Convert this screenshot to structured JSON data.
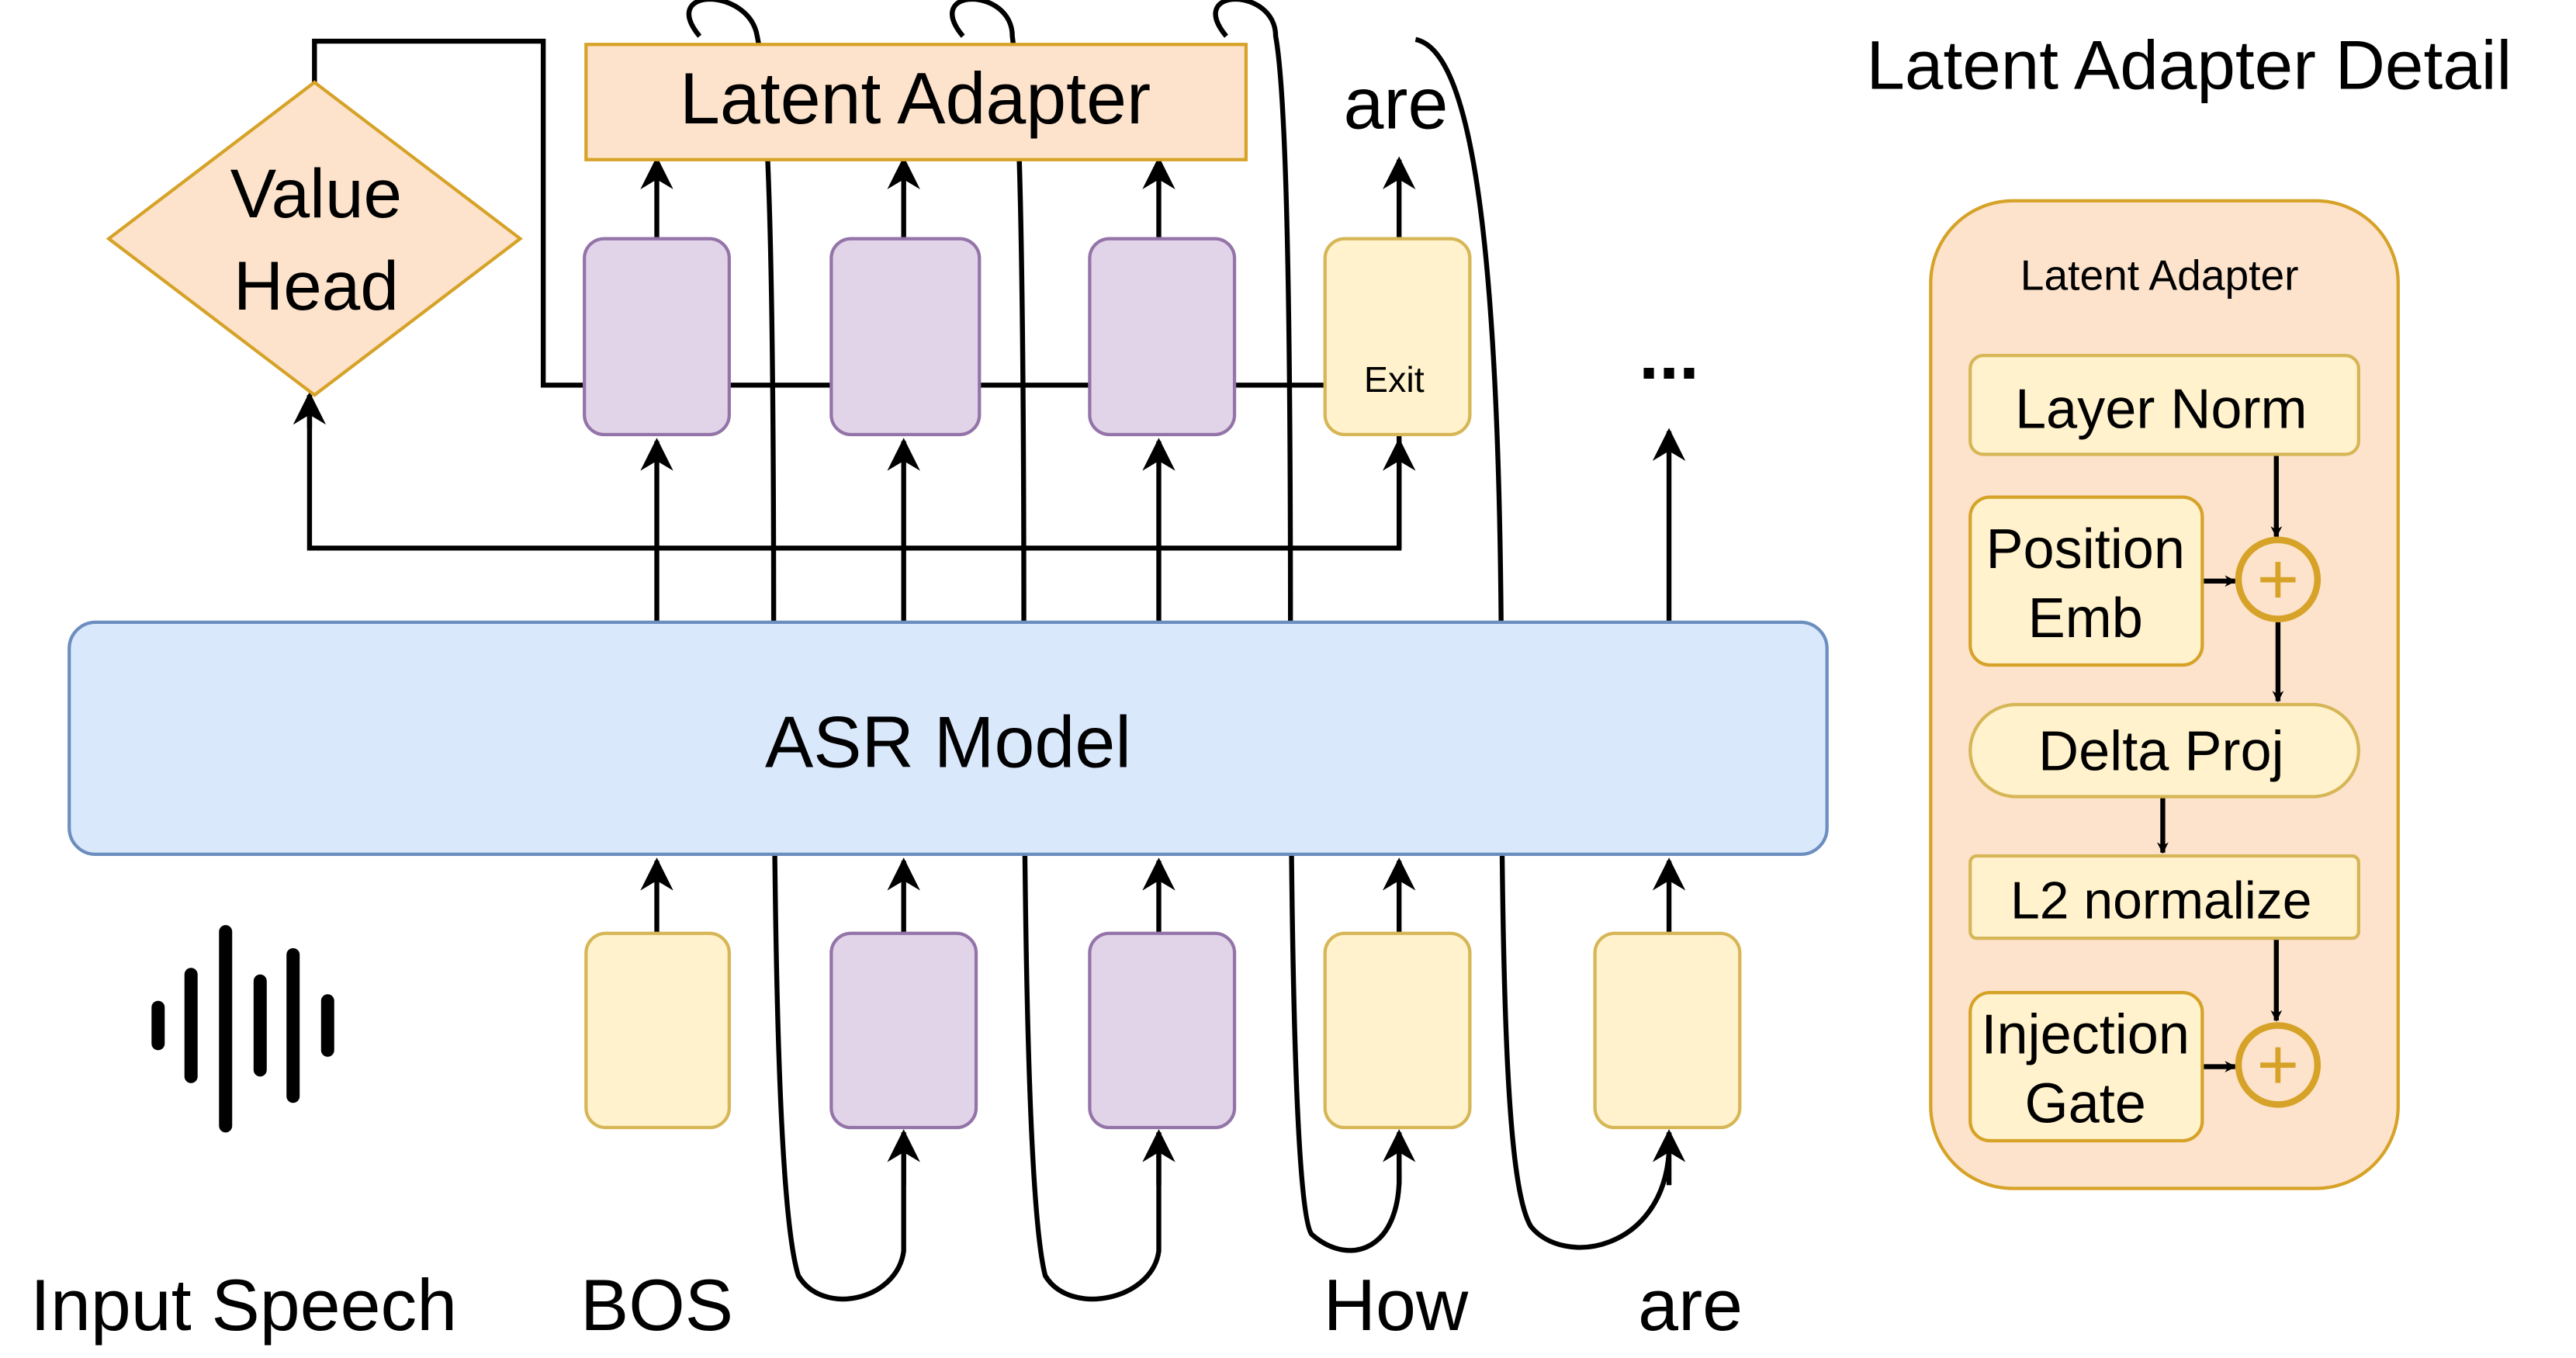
{
  "labels": {
    "latent_adapter": "Latent Adapter",
    "value_head_line1": "Value",
    "value_head_line2": "Head",
    "asr_model": "ASR Model",
    "exit": "Exit",
    "output_are": "are",
    "ellipsis": "...",
    "input_speech": "Input Speech",
    "token_bos": "BOS",
    "token_how": "How",
    "token_are": "are"
  },
  "detail": {
    "title": "Latent Adapter Detail",
    "panel_title": "Latent Adapter",
    "layer_norm": "Layer Norm",
    "position_emb_line1": "Position",
    "position_emb_line2": "Emb",
    "delta_proj": "Delta Proj",
    "l2_normalize": "L2 normalize",
    "injection_gate_line1": "Injection",
    "injection_gate_line2": "Gate",
    "plus_symbol": "+"
  },
  "colors": {
    "orange_fill": "#fde3cc",
    "orange_stroke": "#d6a227",
    "purple_fill": "#e1d4e8",
    "purple_stroke": "#9474a8",
    "yellow_fill": "#fff2cc",
    "yellow_stroke": "#d6b656",
    "blue_fill": "#dae8fc",
    "blue_stroke": "#6c8ebf"
  }
}
